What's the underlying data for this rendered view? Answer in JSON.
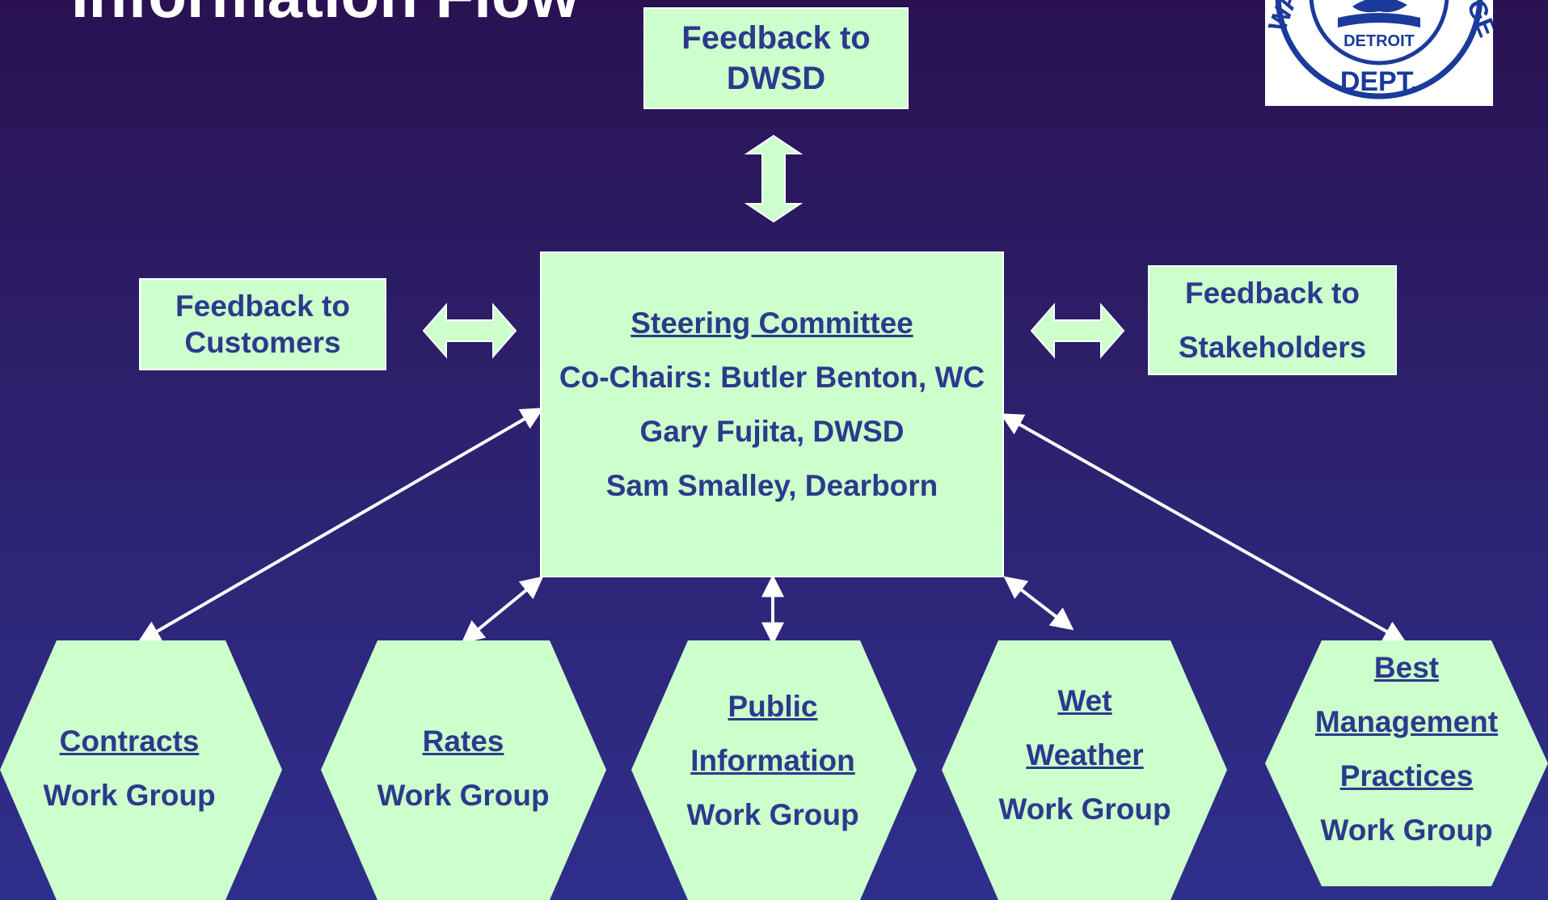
{
  "title": "Information Flow",
  "feedback_dwsd": [
    "Feedback to",
    "DWSD"
  ],
  "feedback_customers": [
    "Feedback to",
    "Customers"
  ],
  "feedback_stakeholders": [
    "Feedback to",
    "Stakeholders"
  ],
  "steering": {
    "heading": "Steering Committee",
    "lines": [
      "Co-Chairs: Butler Benton, WC",
      "Gary Fujita, DWSD",
      "Sam Smalley, Dearborn"
    ]
  },
  "work_groups": [
    {
      "name_lines": [
        "Contracts"
      ],
      "suffix": "Work Group"
    },
    {
      "name_lines": [
        "Rates"
      ],
      "suffix": "Work Group"
    },
    {
      "name_lines": [
        "Public",
        "Information"
      ],
      "suffix": "Work Group"
    },
    {
      "name_lines": [
        "Wet",
        "Weather"
      ],
      "suffix": "Work Group"
    },
    {
      "name_lines": [
        "Best",
        "Management",
        "Practices"
      ],
      "suffix": "Work Group"
    }
  ],
  "logo": {
    "city": "DETROIT",
    "ring_text": "WATER AND SEWERAGE DEPT.",
    "visible_fragments": {
      "left": "WA",
      "right": "GE",
      "bottom": "DEPT."
    }
  },
  "colors": {
    "box_fill": "#ccffcc",
    "text": "#2b3a8c",
    "arrow": "#ffffff",
    "logo_blue": "#1a3a9c"
  }
}
